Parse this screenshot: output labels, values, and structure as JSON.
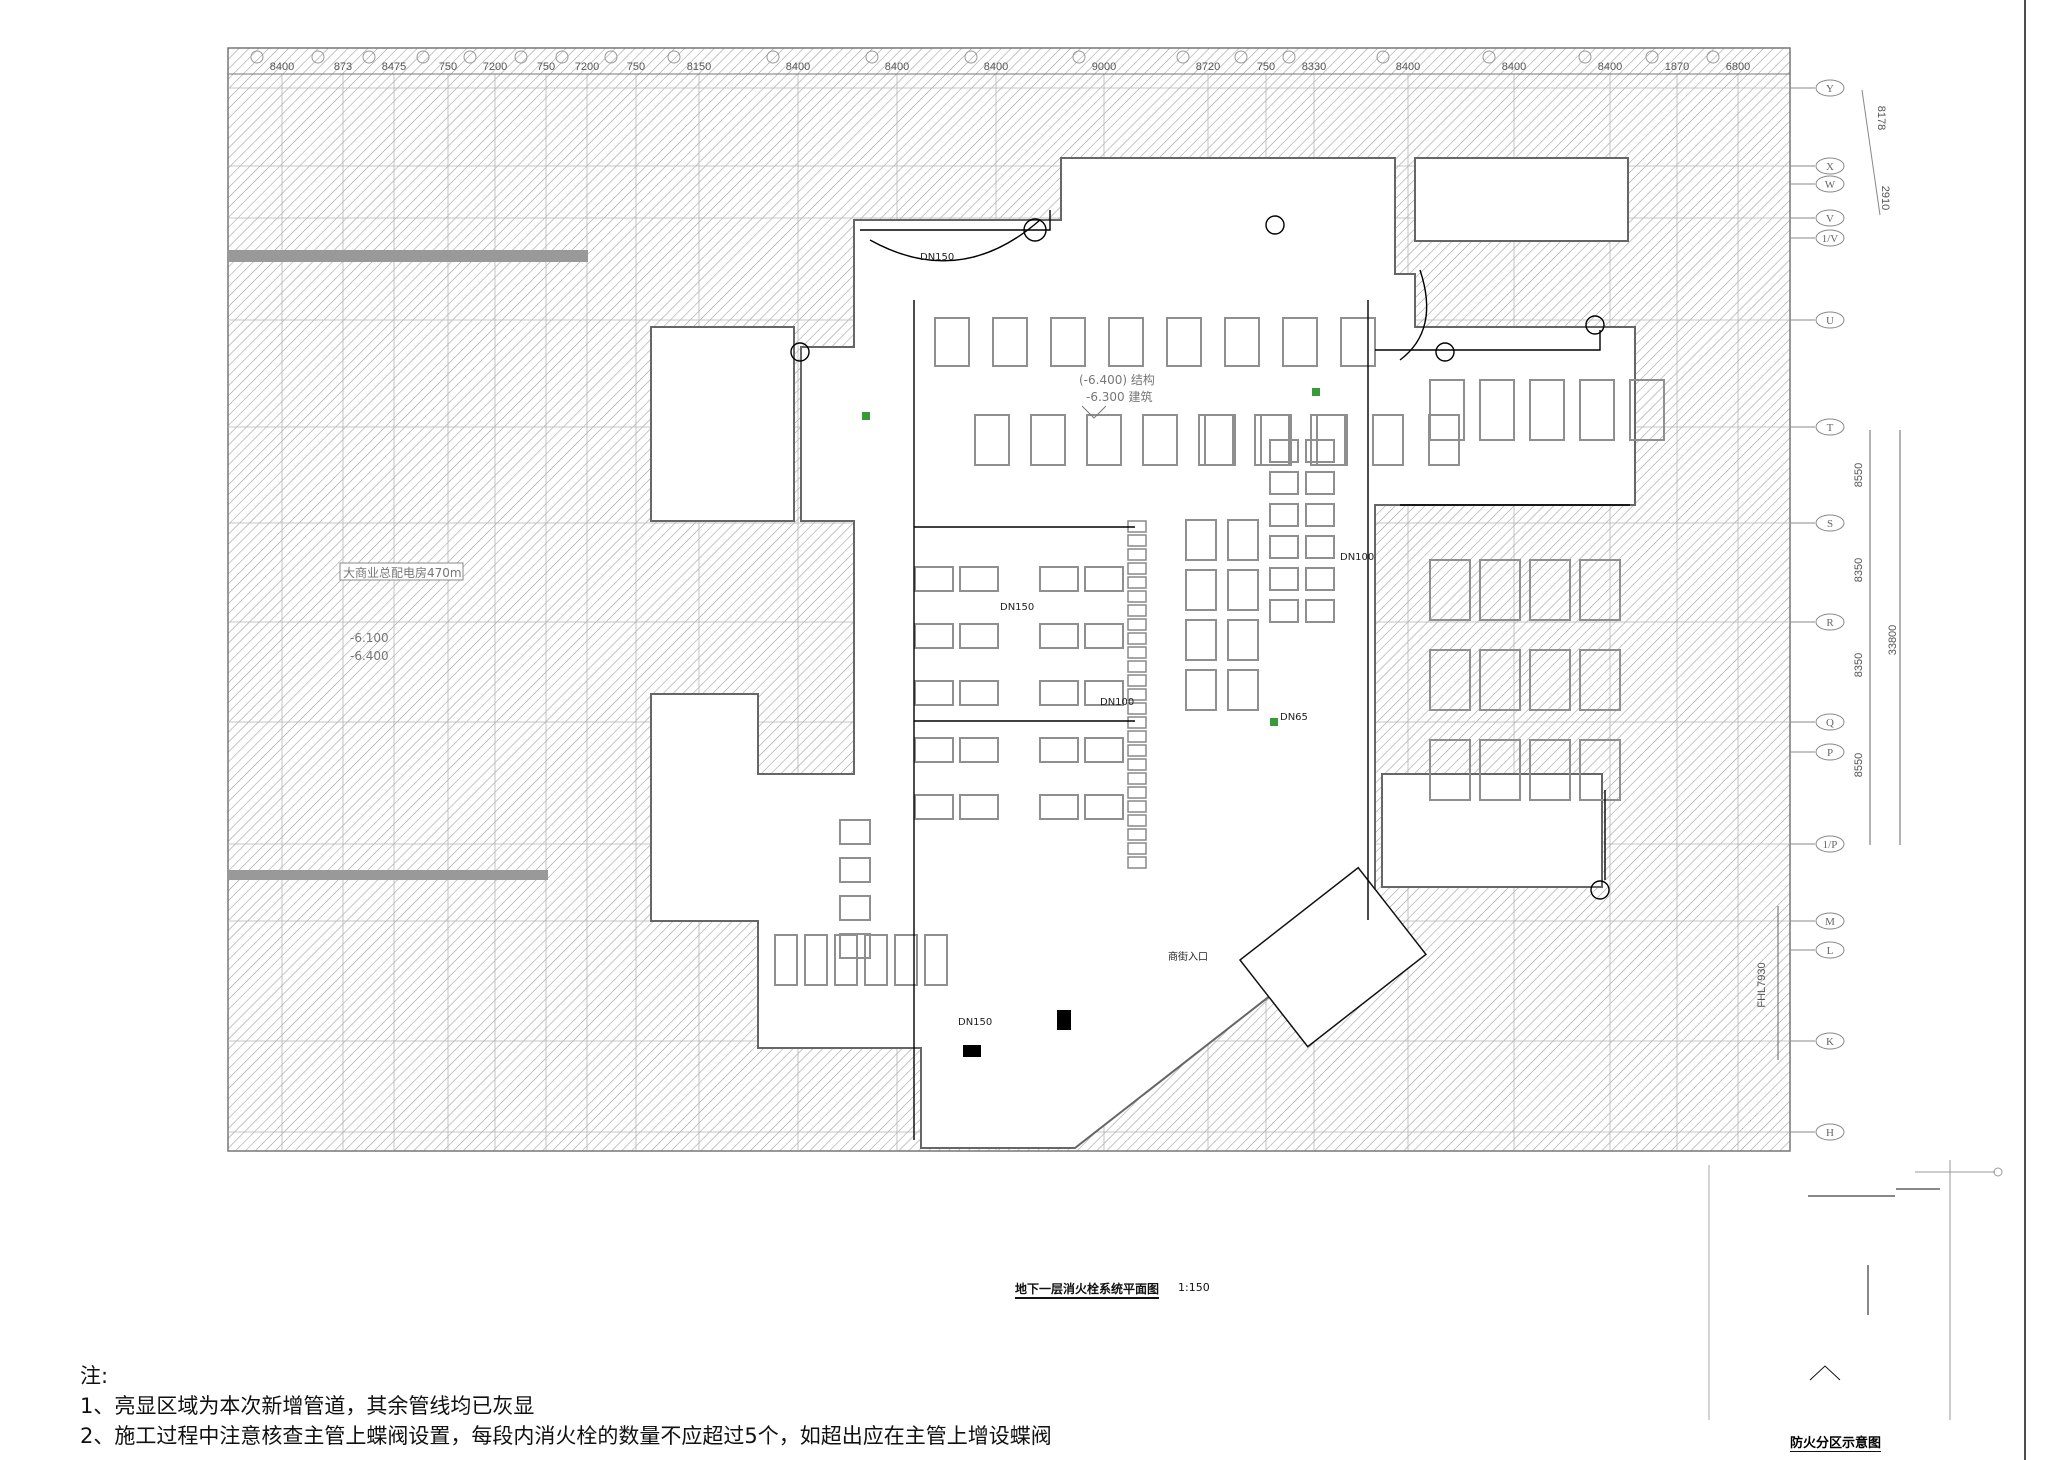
{
  "drawing": {
    "title": "地下一层消火栓系统平面图",
    "scale": "1:150",
    "legend_title": "防火分区示意图"
  },
  "notes": {
    "heading": "注:",
    "items": [
      "1、亮显区域为本次新增管道，其余管线均已灰显",
      "2、施工过程中注意核查主管上蝶阀设置，每段内消火栓的数量不应超过5个，如超出应在主管上增设蝶阀"
    ]
  },
  "top_dimensions": [
    "8400",
    "873",
    "8475",
    "750",
    "7200",
    "750",
    "7200",
    "750",
    "8150",
    "8400",
    "8400",
    "8400",
    "9000",
    "8720",
    "750",
    "8330",
    "8400",
    "8400",
    "8400",
    "1870",
    "6800"
  ],
  "axis_labels": [
    "Y",
    "X",
    "W",
    "V",
    "1/V",
    "U",
    "T",
    "S",
    "R",
    "Q",
    "P",
    "1/P",
    "M",
    "L",
    "K",
    "H"
  ],
  "right_dimensions": {
    "spans": [
      "8550",
      "8350",
      "8350",
      "8550"
    ],
    "total": "33800",
    "skew_a": "8178",
    "skew_b": "2910",
    "fire_shutter": "FHL7930"
  },
  "room_labels": {
    "power_room": "大商业总配电房470m",
    "elev_a": "-6.100",
    "elev_b": "-6.400",
    "supermarket_elev_struct": "(-6.400) 结构",
    "supermarket_elev_arch": "-6.300 建筑",
    "entrance": "商街入口",
    "pipe_labels": [
      "DN150",
      "DN150",
      "DN100",
      "DN65",
      "DN150",
      "DN100"
    ]
  },
  "colors": {
    "hatch": "#8a8a8a",
    "fixture": "#9a9a9a",
    "pipe": "#000000",
    "highlight": "#3a9a3a"
  }
}
